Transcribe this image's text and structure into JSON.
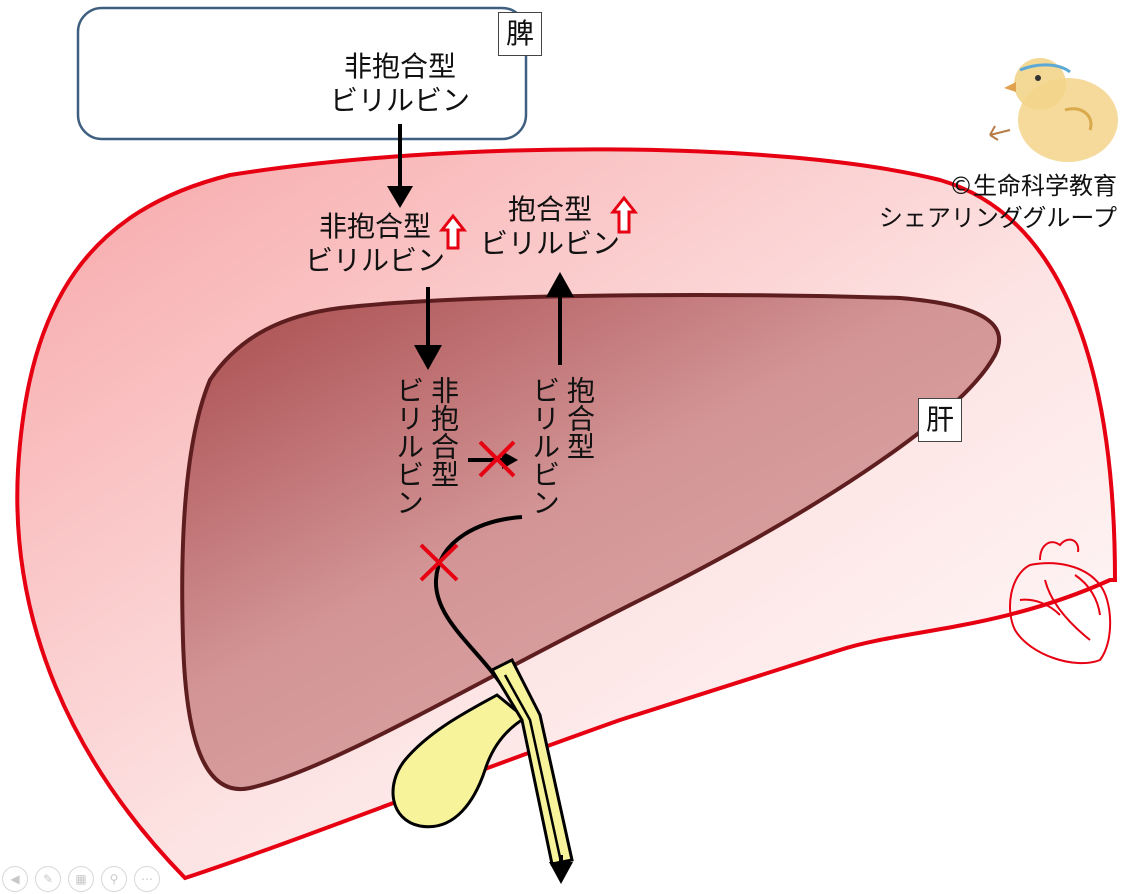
{
  "spleen": {
    "box_text_line1": "非抱合型",
    "box_text_line2": "ビリルビン",
    "label": "脾"
  },
  "blood": {
    "unconjugated_line1": "非抱合型",
    "unconjugated_line2": "ビリルビン",
    "conjugated_line1": "抱合型",
    "conjugated_line2": "ビリルビン",
    "increase_arrow_color": "#e60012"
  },
  "liver": {
    "label": "肝",
    "unconjugated_vertical_1": "非抱合型",
    "unconjugated_vertical_2": "ビリルビン",
    "conjugated_vertical_1": "抱合型",
    "conjugated_vertical_2": "ビリルビン"
  },
  "credit": {
    "line1": "©生命科学教育",
    "line2": "シェアリンググループ"
  },
  "colors": {
    "body_outline": "#e60012",
    "liver_fill_dark": "#b65c5f",
    "liver_fill_light": "#dba4a4",
    "liver_outline": "#6b1f22",
    "blocked_mark": "#e60012",
    "bile_duct": "#f7f39b"
  },
  "toolbar_icons": [
    "back-icon",
    "pen-icon",
    "slides-icon",
    "zoom-icon",
    "more-icon"
  ]
}
